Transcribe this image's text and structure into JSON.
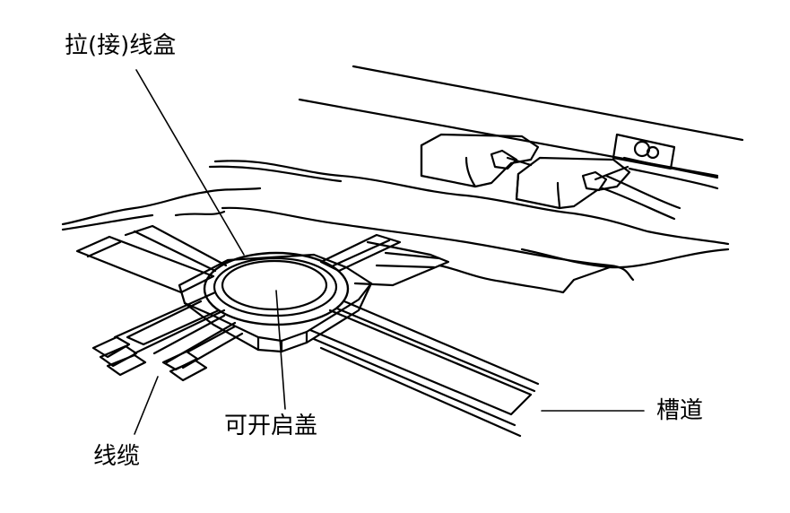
{
  "labels": {
    "pull_box": "拉(接)线盒",
    "lid": "可开启盖",
    "cable": "线缆",
    "duct": "槽道"
  },
  "colors": {
    "ink": "#000000",
    "paper": "#ffffff"
  }
}
